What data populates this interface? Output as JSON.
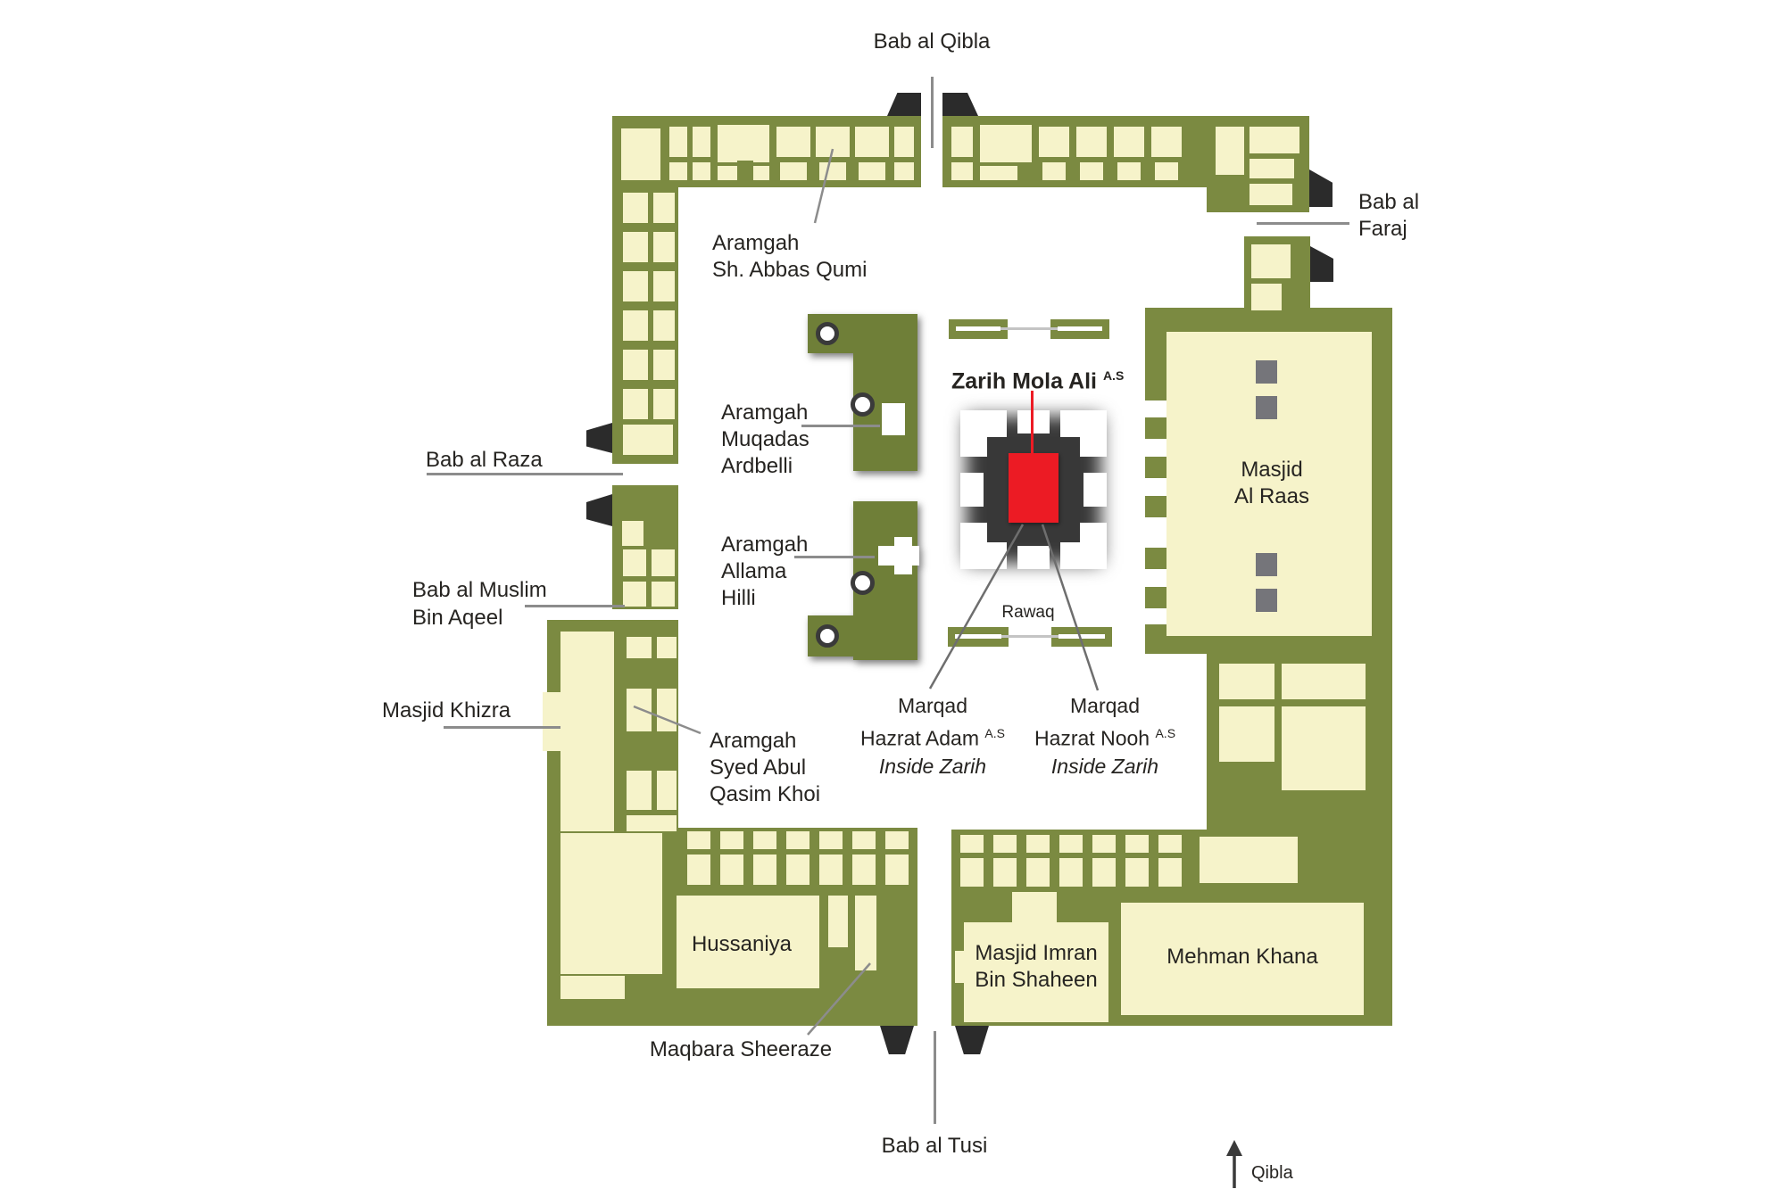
{
  "palette": {
    "green": "#7B8A41",
    "green2": "#6F7F38",
    "cream": "#F6F3CA",
    "black": "#2B2B2B",
    "red": "#EC1B24",
    "gray": "#75757A",
    "text": "#262421",
    "line": "#8C8C8C",
    "white": "#FFFFFF"
  },
  "gates": {
    "qibla": "Bab al Qibla",
    "faraj": [
      "Bab al",
      "Faraj"
    ],
    "raza": "Bab al Raza",
    "muslim": [
      "Bab al Muslim",
      "Bin Aqeel"
    ],
    "tusi": "Bab al Tusi"
  },
  "tombs": {
    "abbas_qumi": [
      "Aramgah",
      "Sh. Abbas Qumi"
    ],
    "ardbelli": [
      "Aramgah",
      "Muqadas",
      "Ardbelli"
    ],
    "hilli": [
      "Aramgah",
      "Allama",
      "Hilli"
    ],
    "khoi": [
      "Aramgah",
      "Syed Abul",
      "Qasim Khoi"
    ],
    "sheeraze": "Maqbara Sheeraze"
  },
  "shrine": {
    "zarih": {
      "text": "Zarih Mola Ali",
      "sup": "A.S"
    },
    "rawaq": "Rawaq",
    "adam": {
      "l1": "Marqad",
      "l2": "Hazrat Adam",
      "sup": "A.S",
      "l3": "Inside Zarih"
    },
    "nooh": {
      "l1": "Marqad",
      "l2": "Hazrat Nooh",
      "sup": "A.S",
      "l3": "Inside Zarih"
    }
  },
  "halls": {
    "raas": [
      "Masjid",
      "Al Raas"
    ],
    "khizra": "Masjid Khizra",
    "hussaniya": "Hussaniya",
    "imran": [
      "Masjid Imran",
      "Bin Shaheen"
    ],
    "mehman": "Mehman Khana"
  },
  "compass": {
    "qibla": "Qibla"
  }
}
